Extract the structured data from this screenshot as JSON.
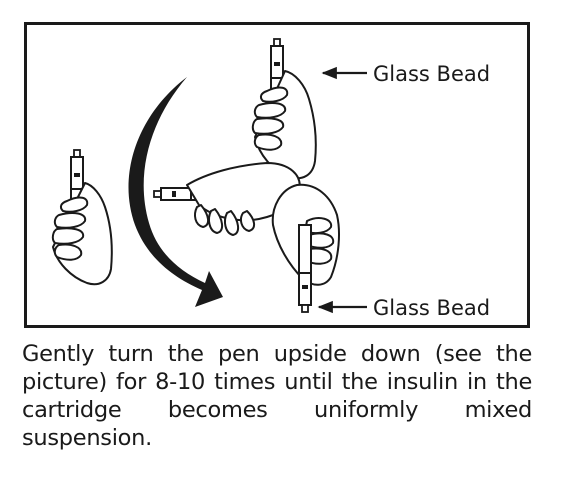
{
  "labels": {
    "top_bead": "Glass Bead",
    "bottom_bead": "Glass Bead"
  },
  "caption": "Gently turn the pen upside down (see the picture) for 8-10 times until the insulin  in the cartridge becomes uniformly mixed suspension.",
  "colors": {
    "ink": "#1a1a1a",
    "paper": "#ffffff"
  },
  "icons": [
    "hand-icon",
    "insulin-pen-icon",
    "rotation-arrow-icon",
    "pointer-arrow-icon"
  ]
}
